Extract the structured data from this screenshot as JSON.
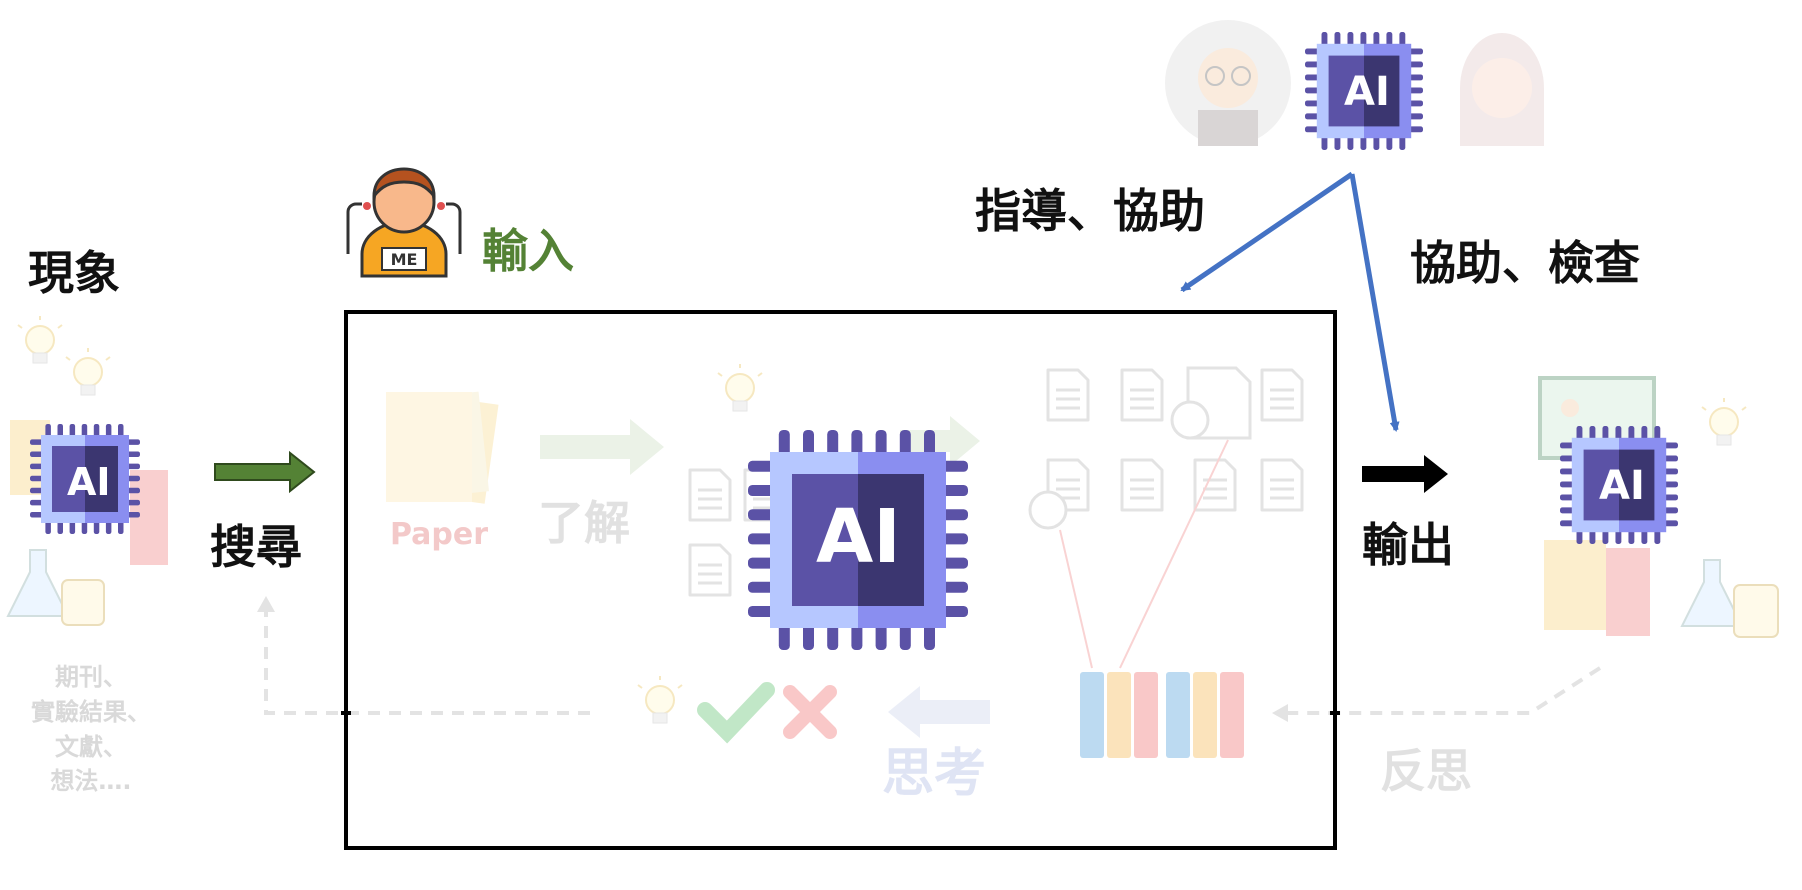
{
  "labels": {
    "phenomenon": "現象",
    "search": "搜尋",
    "input": "輸入",
    "guide_assist": "指導、協助",
    "assist_check": "協助、檢查",
    "output": "輸出",
    "understand": "了解",
    "think": "思考",
    "reflect": "反思",
    "paper": "Paper",
    "sources": "期刊、\n實驗結果、\n文獻、\n想法….",
    "me_badge": "ME",
    "ai": "AI"
  },
  "colors": {
    "input_green": "#548235",
    "arrow_blue": "#4472c4",
    "frame_black": "#000000",
    "faded_gray": "#e1e1e1",
    "chip_dark": "#3b3670",
    "chip_mid": "#5b52a6",
    "chip_light": "#9aa8f0",
    "chip_pale": "#b6c7ff",
    "paper_red": "#f3c9c9"
  },
  "icons": [
    "ai-chip-icon",
    "person-me-icon",
    "lightbulb-icon",
    "document-icon",
    "flask-icon",
    "binder-icon",
    "check-icon",
    "cross-icon",
    "professor-icon",
    "girl-icon",
    "presenter-icon"
  ]
}
